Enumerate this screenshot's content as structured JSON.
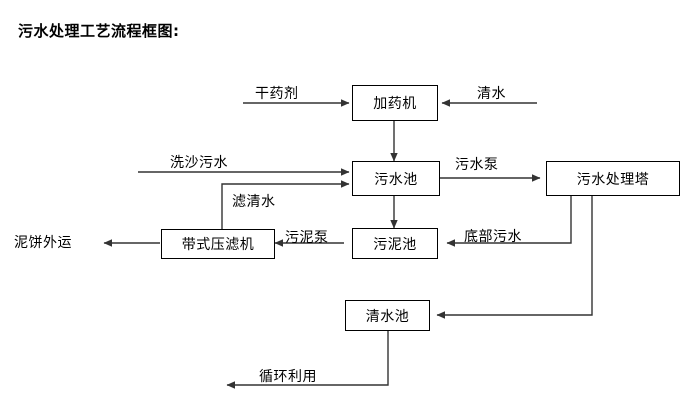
{
  "diagram": {
    "title": "污水处理工艺流程框图:",
    "nodes": [
      {
        "id": "dosing",
        "label": "加药机"
      },
      {
        "id": "sewage_pool",
        "label": "污水池"
      },
      {
        "id": "treat_tower",
        "label": "污水处理塔"
      },
      {
        "id": "belt_press",
        "label": "带式压滤机"
      },
      {
        "id": "sludge_pool",
        "label": "污泥池"
      },
      {
        "id": "clean_pool",
        "label": "清水池"
      }
    ],
    "io_labels": [
      {
        "id": "dry_agent",
        "label": "干药剂"
      },
      {
        "id": "clean_water",
        "label": "清水"
      },
      {
        "id": "sand_sewage",
        "label": "洗沙污水"
      },
      {
        "id": "mud_cake_out",
        "label": "泥饼外运"
      }
    ],
    "edge_labels": [
      {
        "id": "sewage_pump",
        "label": "污水泵"
      },
      {
        "id": "filtrate",
        "label": "滤清水"
      },
      {
        "id": "sludge_pump",
        "label": "污泥泵"
      },
      {
        "id": "bottom_sewage",
        "label": "底部污水"
      },
      {
        "id": "recycle",
        "label": "循环利用"
      }
    ],
    "colors": {
      "line": "#333333",
      "box_border": "#000000",
      "text": "#000000",
      "background": "#ffffff"
    }
  }
}
